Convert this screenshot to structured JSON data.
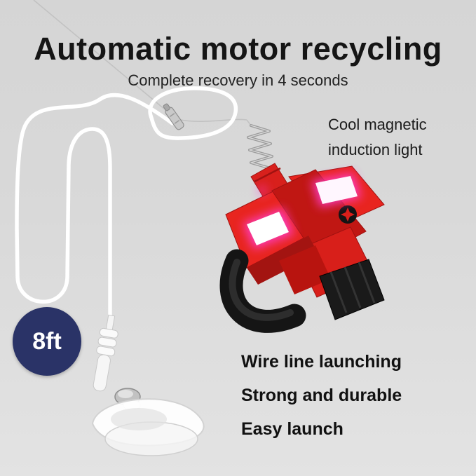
{
  "header": {
    "title": "Automatic motor recycling",
    "subtitle": "Complete recovery in 4 seconds"
  },
  "callouts": {
    "magnetic_light": {
      "line1": "Cool magnetic",
      "line2": "induction light"
    },
    "badge_label": "8ft",
    "features": [
      "Wire line launching",
      "Strong and durable",
      "Easy launch"
    ]
  },
  "graphics": {
    "wire": "white-launch-wire",
    "clip": "metal-clip",
    "spring": "metal-spring",
    "launcher": "red-wrist-launcher-toy",
    "dart": "suction-cup-dart"
  },
  "colors": {
    "background": "#d9d9d9",
    "title_text": "#151515",
    "badge_bg": "#2a3367",
    "badge_text": "#ffffff",
    "product_red": "#e8251f",
    "product_dark_red": "#b51713",
    "light_glow": "#ff3fd0",
    "wire_white": "#ffffff",
    "strap_black": "#151515"
  }
}
